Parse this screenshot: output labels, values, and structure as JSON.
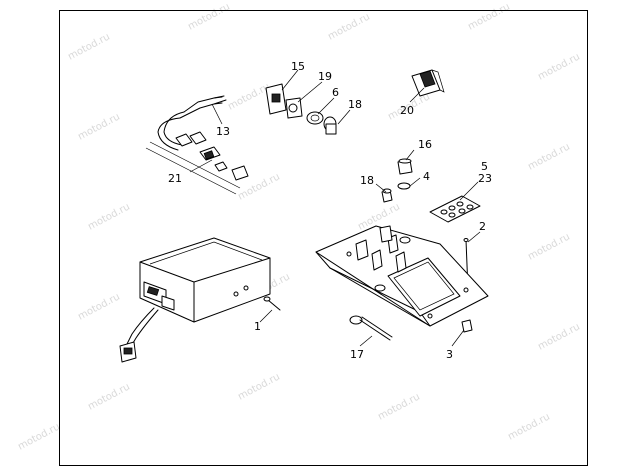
{
  "watermark": "motod.ru",
  "callouts": {
    "c1": "1",
    "c2": "2",
    "c3": "3",
    "c4": "4",
    "c5": "5",
    "c6": "6",
    "c13": "13",
    "c15": "15",
    "c16": "16",
    "c17": "17",
    "c18a": "18",
    "c18b": "18",
    "c19": "19",
    "c20": "20",
    "c21": "21",
    "c23": "23"
  }
}
